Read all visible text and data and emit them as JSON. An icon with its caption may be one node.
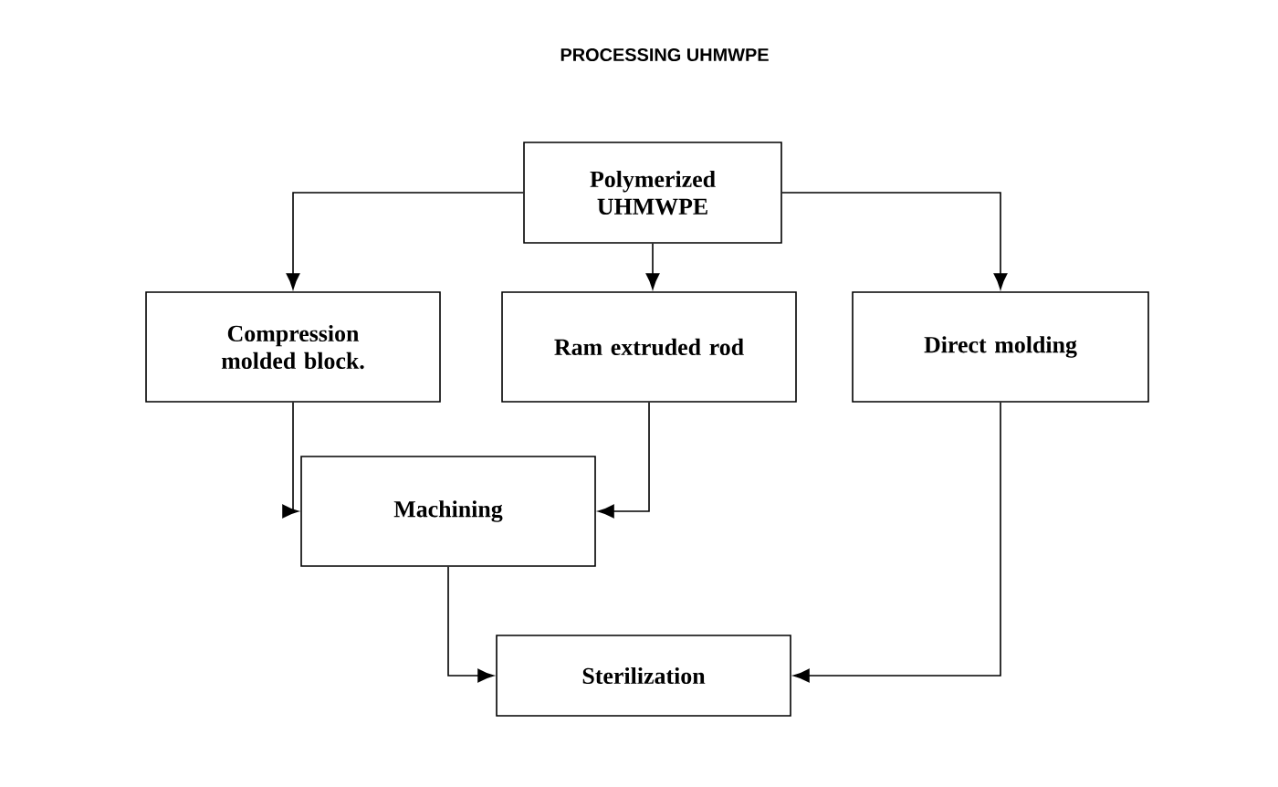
{
  "diagram": {
    "title": "PROCESSING UHMWPE",
    "nodes": [
      {
        "text": [
          "Polymerized UHMWPE"
        ]
      },
      {
        "text": [
          "Compression molded block."
        ]
      },
      {
        "text": [
          "Ram extruded rod"
        ]
      },
      {
        "text": [
          "Direct molding"
        ]
      },
      {
        "text": [
          "Machining"
        ]
      },
      {
        "text": [
          "Sterilization"
        ]
      }
    ],
    "edges": [
      {
        "from": 0,
        "to": 1,
        "arrow": "to"
      },
      {
        "from": 0,
        "to": 2,
        "arrow": "to"
      },
      {
        "from": 0,
        "to": 3,
        "arrow": "to"
      },
      {
        "from": 1,
        "to": 4,
        "arrow": "to"
      },
      {
        "from": 2,
        "to": 4,
        "arrow": "to"
      },
      {
        "from": 4,
        "to": 5,
        "arrow": "to"
      },
      {
        "from": 3,
        "to": 5,
        "arrow": "to"
      }
    ]
  }
}
